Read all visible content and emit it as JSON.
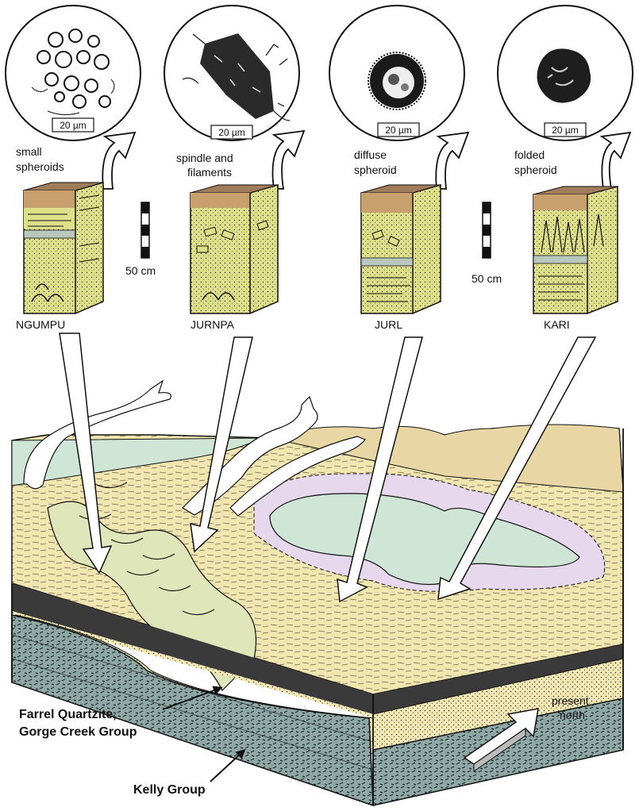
{
  "panels": [
    {
      "scale": "20 µm",
      "caption_1": "small",
      "caption_2": "spheroids",
      "site": "NGUMPU"
    },
    {
      "scale": "20 µm",
      "caption_1": "spindle and",
      "caption_2": "filaments",
      "site": "JURNPA"
    },
    {
      "scale": "20 µm",
      "caption_1": "diffuse",
      "caption_2": "spheroid",
      "site": "JURL"
    },
    {
      "scale": "20 µm",
      "caption_1": "folded",
      "caption_2": "spheroid",
      "site": "KARI"
    }
  ],
  "scale_bars": [
    "50 cm",
    "50 cm"
  ],
  "labels": {
    "farrel_1": "Farrel Quartzite,",
    "farrel_2": "Gorge Creek Group",
    "kelly": "Kelly Group",
    "north_1": "present",
    "north_2": "north"
  },
  "colors": {
    "sand": "#f2e6b0",
    "sand_dark": "#e6d596",
    "column_yellow": "#dfe08a",
    "pool_green": "#cfe6d6",
    "pool_rim": "#e8d8ee",
    "basement": "#8fa8a6",
    "crust": "#a07c5a"
  }
}
